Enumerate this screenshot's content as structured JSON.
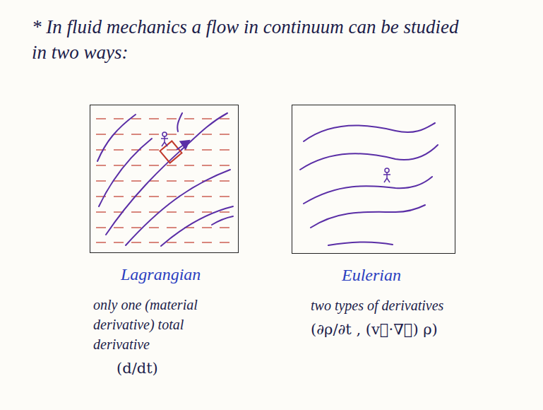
{
  "diagram": {
    "title": "* In fluid mechanics a flow in continuum can be studied in two ways:",
    "nodes": [
      {
        "text": [
          "Lagrangian",
          "only one (material derivative) total derivative"
        ]
      },
      {
        "text": [
          "Eulerian",
          "two types of derivatives"
        ]
      }
    ],
    "labels": [
      "(d/dt)",
      "(∂ρ/∂t , (v⃗·∇⃗) ρ)"
    ]
  }
}
